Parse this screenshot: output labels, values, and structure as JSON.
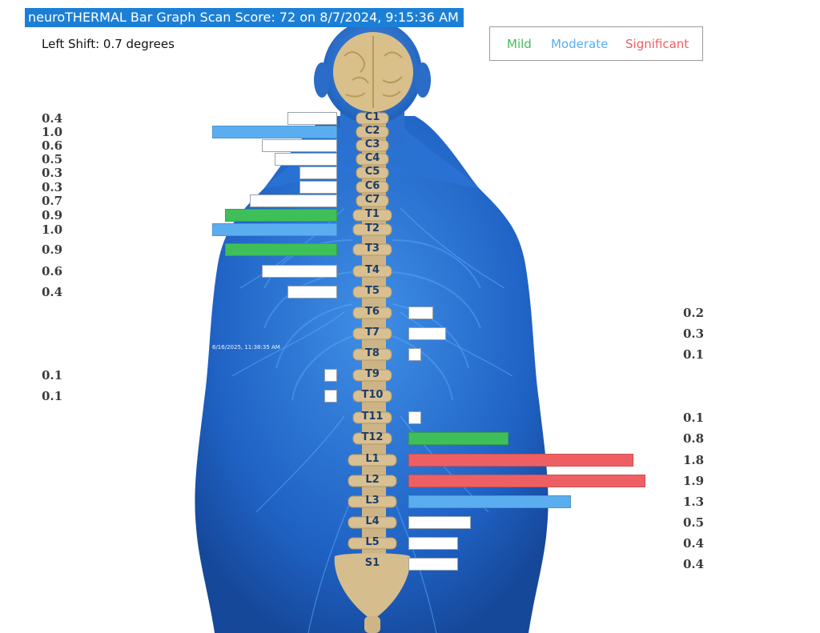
{
  "header": {
    "title": "neuroTHERMAL Bar Graph Scan Score: 72 on 8/7/2024, 9:15:36 AM",
    "shift": "Left Shift: 0.7 degrees",
    "timestamp_stamp": "6/16/2025, 11:38:35 AM"
  },
  "legend": {
    "mild": "Mild",
    "moderate": "Moderate",
    "significant": "Significant"
  },
  "colors": {
    "mild": "#3fbf5a",
    "moderate": "#5aaef0",
    "significant": "#ee5f63",
    "none": "#ffffff"
  },
  "chart_data": {
    "type": "bar",
    "categories": [
      "C1",
      "C2",
      "C3",
      "C4",
      "C5",
      "C6",
      "C7",
      "T1",
      "T2",
      "T3",
      "T4",
      "T5",
      "T6",
      "T7",
      "T8",
      "T9",
      "T10",
      "T11",
      "T12",
      "L1",
      "L2",
      "L3",
      "L4",
      "L5",
      "S1"
    ],
    "series": [
      {
        "side": "left",
        "values": [
          0.4,
          1.0,
          0.6,
          0.5,
          0.3,
          0.3,
          0.7,
          0.9,
          1.0,
          0.9,
          0.6,
          0.4,
          null,
          null,
          null,
          0.1,
          0.1,
          null,
          null,
          null,
          null,
          null,
          null,
          null,
          null
        ],
        "labels": [
          "0.4",
          "1.0",
          "0.6",
          "0.5",
          "0.3",
          "0.3",
          "0.7",
          "0.9",
          "1.0",
          "0.9",
          "0.6",
          "0.4",
          "",
          "",
          "",
          "0.1",
          "0.1",
          "",
          "",
          "",
          "",
          "",
          "",
          "",
          ""
        ],
        "severity": [
          "none",
          "moderate",
          "none",
          "none",
          "none",
          "none",
          "none",
          "mild",
          "moderate",
          "mild",
          "none",
          "none",
          "",
          "",
          "",
          "none",
          "none",
          "",
          "",
          "",
          "",
          "",
          "",
          "",
          ""
        ]
      },
      {
        "side": "right",
        "values": [
          null,
          null,
          null,
          null,
          null,
          null,
          null,
          null,
          null,
          null,
          null,
          null,
          0.2,
          0.3,
          0.1,
          null,
          null,
          0.1,
          0.8,
          1.8,
          1.9,
          1.3,
          0.5,
          0.4,
          0.4
        ],
        "labels": [
          "",
          "",
          "",
          "",
          "",
          "",
          "",
          "",
          "",
          "",
          "",
          "",
          "0.2",
          "0.3",
          "0.1",
          "",
          "",
          "0.1",
          "0.8",
          "1.8",
          "1.9",
          "1.3",
          "0.5",
          "0.4",
          "0.4"
        ],
        "severity": [
          "",
          "",
          "",
          "",
          "",
          "",
          "",
          "",
          "",
          "",
          "",
          "",
          "none",
          "none",
          "none",
          "",
          "",
          "none",
          "mild",
          "significant",
          "significant",
          "moderate",
          "none",
          "none",
          "none"
        ]
      }
    ]
  }
}
